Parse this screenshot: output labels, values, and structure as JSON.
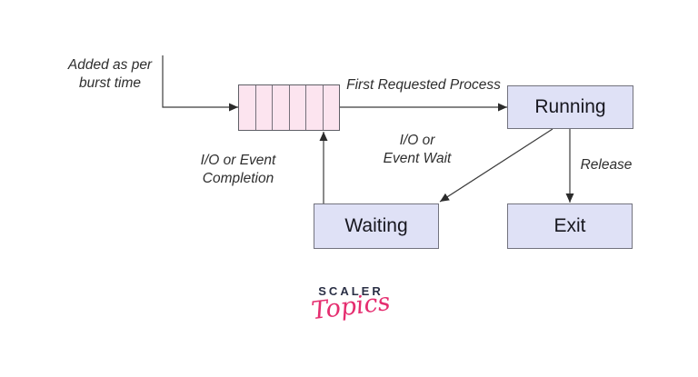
{
  "diagram": {
    "kind": "process-scheduling-state-diagram",
    "nodes": {
      "running": {
        "label": "Running"
      },
      "waiting": {
        "label": "Waiting"
      },
      "exit": {
        "label": "Exit"
      },
      "ready_queue": {
        "cells": 6
      }
    },
    "edges": {
      "added": {
        "label": "Added as per\nburst time"
      },
      "first_request": {
        "label": "First Requested Process"
      },
      "io_wait": {
        "label": "I/O or\nEvent Wait"
      },
      "release": {
        "label": "Release"
      },
      "io_completion": {
        "label": "I/O or Event\nCompletion"
      }
    },
    "colors": {
      "node_fill": "#dfe1f6",
      "node_border": "#73737e",
      "queue_fill": "#fce4ef",
      "line": "#3c3c3c",
      "label_text": "#2e2e2e"
    }
  },
  "logo": {
    "brand": "SCALER",
    "sub": "Topics",
    "brand_color": "#2a2f45",
    "sub_color": "#e52d6f"
  }
}
